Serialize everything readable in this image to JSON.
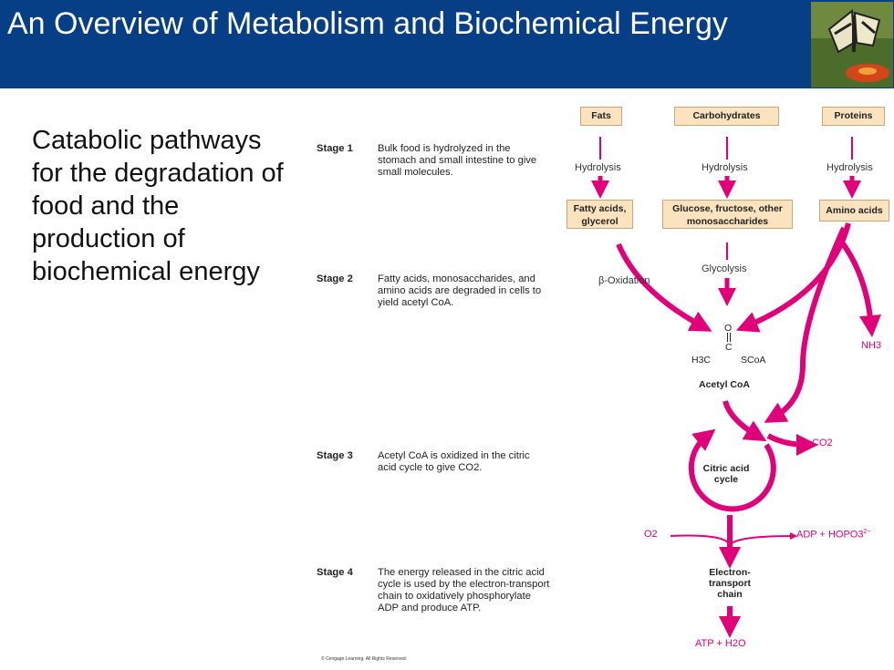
{
  "title": "An Overview of Metabolism and Biochemical Energy",
  "subtitle_text": "Catabolic pathways for the degradation of food and the production of biochemical energy",
  "stages": [
    {
      "label": "Stage 1",
      "text": "Bulk food is hydrolyzed in the stomach and small intestine to give small molecules."
    },
    {
      "label": "Stage 2",
      "text": "Fatty acids, monosaccharides, and amino acids are degraded in cells to yield acetyl CoA."
    },
    {
      "label": "Stage 3",
      "text": "Acetyl CoA is oxidized in the citric acid cycle to give CO2."
    },
    {
      "label": "Stage 4",
      "text": "The energy released in the citric acid cycle is used by the electron-transport chain to oxidatively phosphorylate ADP and produce ATP."
    }
  ],
  "boxes": {
    "fats": "Fats",
    "carbohydrates": "Carbohydrates",
    "proteins": "Proteins",
    "fatty_acids_1": "Fatty acids,",
    "fatty_acids_2": "glycerol",
    "glucose_1": "Glucose, fructose, other",
    "glucose_2": "monosaccharides",
    "amino_acids": "Amino acids"
  },
  "labels": {
    "hydrolysis": "Hydrolysis",
    "beta_oxidation": "β-Oxidation",
    "glycolysis": "Glycolysis",
    "nh3": "NH3",
    "co2": "CO2",
    "o2": "O2",
    "adp": "ADP + HOPO3",
    "adp_sup": "2−",
    "acetyl_coa": "Acetyl CoA",
    "citric_1": "Citric acid",
    "citric_2": "cycle",
    "etc_1": "Electron-",
    "etc_2": "transport",
    "etc_3": "chain",
    "atp": "ATP + H2O",
    "molecule_o": "O",
    "molecule_h3c": "H3C",
    "molecule_c": "C",
    "molecule_scoa": "SCoA"
  },
  "copyright": "© Cengage Learning. All Rights Reserved.",
  "colors": {
    "header": "#073f86",
    "arrow": "#e0007a",
    "box": "#fbe3bf"
  }
}
